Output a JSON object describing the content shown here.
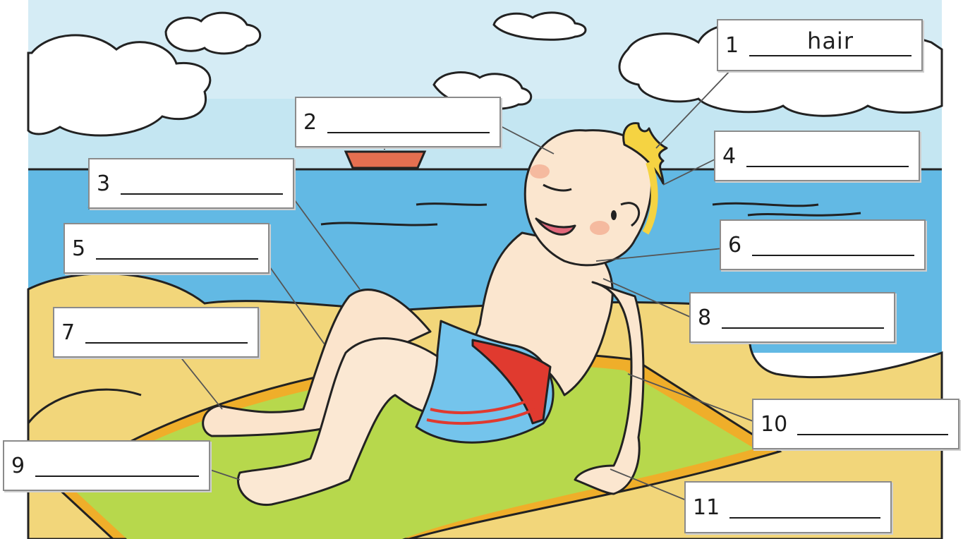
{
  "labels": [
    {
      "number": "1",
      "answer": "hair"
    },
    {
      "number": "2",
      "answer": ""
    },
    {
      "number": "3",
      "answer": ""
    },
    {
      "number": "4",
      "answer": ""
    },
    {
      "number": "5",
      "answer": ""
    },
    {
      "number": "6",
      "answer": ""
    },
    {
      "number": "7",
      "answer": ""
    },
    {
      "number": "8",
      "answer": ""
    },
    {
      "number": "9",
      "answer": ""
    },
    {
      "number": "10",
      "answer": ""
    },
    {
      "number": "11",
      "answer": ""
    }
  ],
  "colors": {
    "sky": "#cde9f3",
    "sea": "#5fb8e4",
    "sand": "#f2d87a",
    "towel": "#b5d84a",
    "towel_border": "#efae2a",
    "skin": "#fbe6cf",
    "hair": "#f5d342",
    "shorts": "#72c4ec",
    "shorts_stripe": "#e03a2f"
  }
}
